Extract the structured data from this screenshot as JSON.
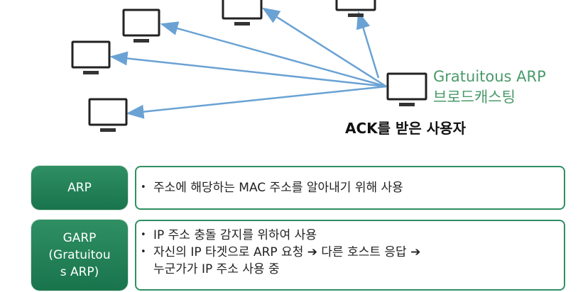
{
  "diagram": {
    "sender_label_line1": "Gratuitous ARP",
    "sender_label_line2": "브로드캐스팅",
    "sender_caption": "ACK를 받은 사용자",
    "icons": [
      "monitor-icon",
      "arrow-icon"
    ],
    "colors": {
      "arrow": "#6aa2d4",
      "green_text": "#4a9a6a",
      "pill": "#238157"
    }
  },
  "rows": [
    {
      "label": "ARP",
      "bullets": [
        "주소에 해당하는 MAC 주소를 알아내기 위해 사용"
      ]
    },
    {
      "label_lines": [
        "GARP",
        "(Gratuitou",
        "s ARP)"
      ],
      "bullets": [
        "IP 주소 충돌 감지를 위하여 사용",
        "자신의 IP 타겟으로 ARP 요청 ➔ 다른 호스트 응답 ➔",
        "누군가가 IP 주소 사용 중"
      ]
    }
  ]
}
